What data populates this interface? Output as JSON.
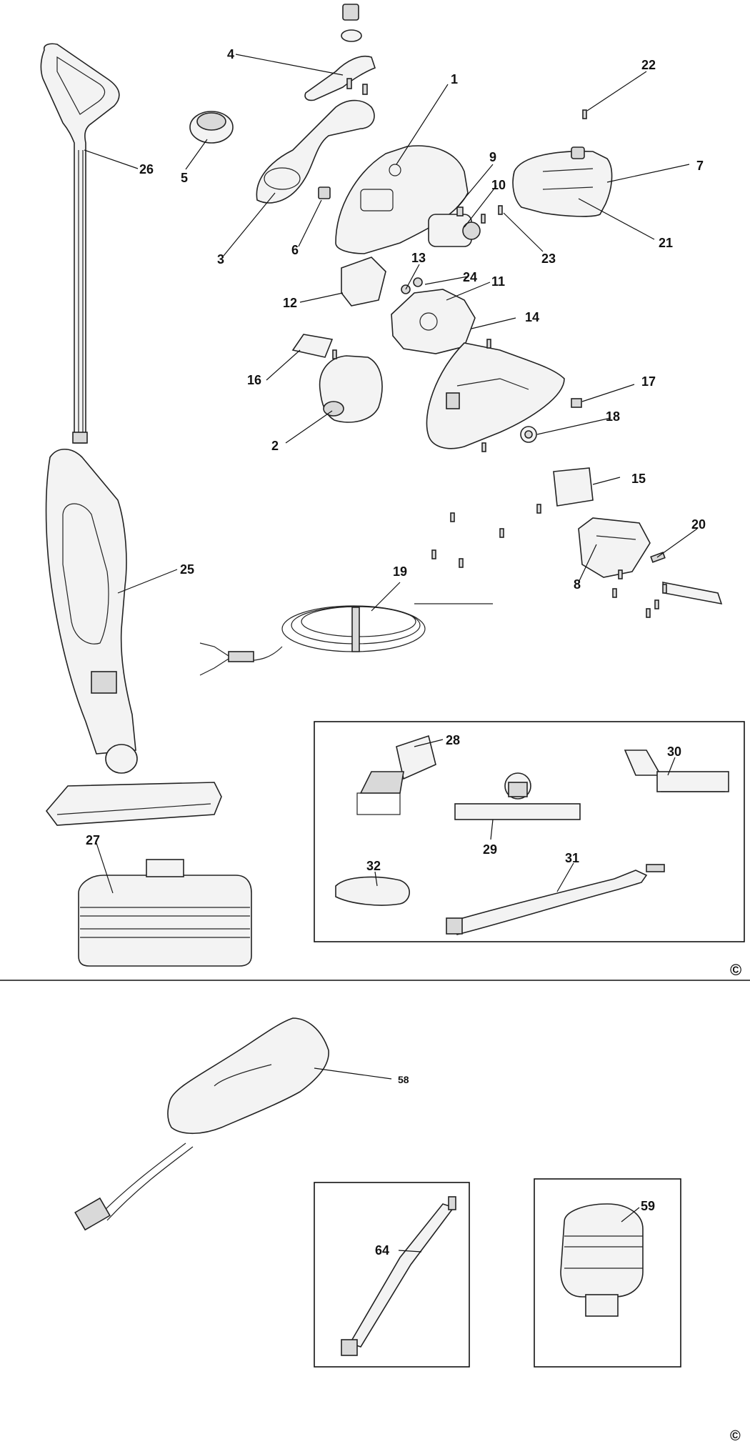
{
  "page": {
    "copyright_symbol": "©"
  },
  "callouts": [
    {
      "id": "1",
      "text": "1"
    },
    {
      "id": "2",
      "text": "2"
    },
    {
      "id": "3",
      "text": "3"
    },
    {
      "id": "4",
      "text": "4"
    },
    {
      "id": "5",
      "text": "5"
    },
    {
      "id": "6",
      "text": "6"
    },
    {
      "id": "7",
      "text": "7"
    },
    {
      "id": "8",
      "text": "8"
    },
    {
      "id": "9",
      "text": "9"
    },
    {
      "id": "10",
      "text": "10"
    },
    {
      "id": "11",
      "text": "11"
    },
    {
      "id": "12",
      "text": "12"
    },
    {
      "id": "13",
      "text": "13"
    },
    {
      "id": "14",
      "text": "14"
    },
    {
      "id": "15",
      "text": "15"
    },
    {
      "id": "16",
      "text": "16"
    },
    {
      "id": "17",
      "text": "17"
    },
    {
      "id": "18",
      "text": "18"
    },
    {
      "id": "19",
      "text": "19"
    },
    {
      "id": "20",
      "text": "20"
    },
    {
      "id": "21",
      "text": "21"
    },
    {
      "id": "22",
      "text": "22"
    },
    {
      "id": "23",
      "text": "23"
    },
    {
      "id": "24",
      "text": "24"
    },
    {
      "id": "25",
      "text": "25"
    },
    {
      "id": "26",
      "text": "26"
    },
    {
      "id": "27",
      "text": "27"
    },
    {
      "id": "28",
      "text": "28"
    },
    {
      "id": "29",
      "text": "29"
    },
    {
      "id": "30",
      "text": "30"
    },
    {
      "id": "31",
      "text": "31"
    },
    {
      "id": "32",
      "text": "32"
    },
    {
      "id": "58",
      "text": "58"
    },
    {
      "id": "59",
      "text": "59"
    },
    {
      "id": "64",
      "text": "64"
    }
  ]
}
